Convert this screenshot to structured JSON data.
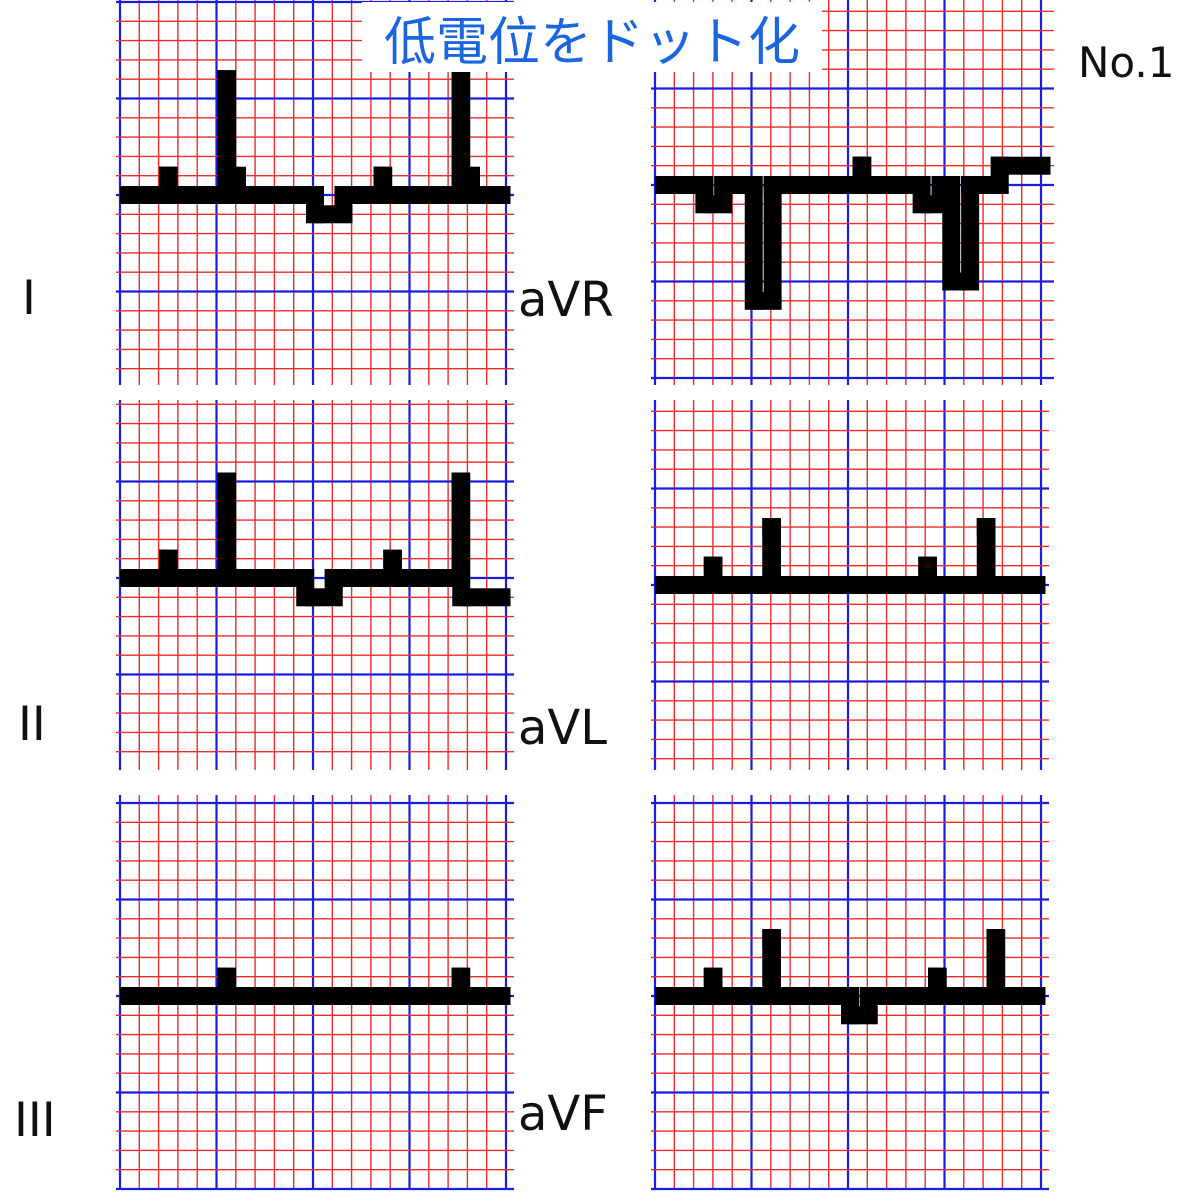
{
  "title": "低電位をドット化",
  "page_number": "No.1",
  "colors": {
    "title": "#1a66e0",
    "minor_grid": "#ee2a2a",
    "major_grid": "#1c1ce0",
    "trace": "#000000"
  },
  "panels": [
    {
      "id": "lead-I",
      "label": "I",
      "baseline": 0,
      "steps": [
        0,
        0,
        0,
        0,
        1,
        0,
        0,
        0,
        0,
        0,
        6,
        1,
        0,
        0,
        0,
        0,
        0,
        0,
        0,
        0,
        -1,
        -1,
        0,
        0,
        0,
        0,
        1,
        0,
        0,
        0,
        0,
        0,
        0,
        0,
        6,
        1,
        0,
        0,
        0,
        0
      ]
    },
    {
      "id": "lead-II",
      "label": "II",
      "baseline": 0,
      "steps": [
        0,
        0,
        0,
        0,
        1,
        0,
        0,
        0,
        0,
        0,
        5,
        0,
        0,
        0,
        0,
        0,
        0,
        0,
        0,
        -1,
        -1,
        0,
        0,
        0,
        0,
        0,
        0,
        1,
        0,
        0,
        0,
        0,
        0,
        0,
        5,
        -1,
        -1,
        -1,
        -1,
        -1
      ]
    },
    {
      "id": "lead-III",
      "label": "III",
      "baseline": 0,
      "steps": [
        0,
        0,
        0,
        0,
        0,
        0,
        0,
        0,
        0,
        0,
        1,
        0,
        0,
        0,
        0,
        0,
        0,
        0,
        0,
        0,
        0,
        0,
        0,
        0,
        0,
        0,
        0,
        0,
        0,
        0,
        0,
        0,
        0,
        0,
        1,
        0,
        0,
        0,
        0,
        0
      ]
    },
    {
      "id": "lead-aVR",
      "label": "aVR",
      "baseline": 0,
      "steps": [
        0,
        0,
        0,
        0,
        0,
        -1,
        0,
        0,
        0,
        0,
        -6,
        0,
        0,
        0,
        0,
        0,
        0,
        0,
        0,
        0,
        1,
        0,
        0,
        0,
        0,
        0,
        0,
        -1,
        0,
        0,
        -5,
        0,
        0,
        0,
        1,
        1,
        1,
        1,
        1,
        1
      ]
    },
    {
      "id": "lead-aVL",
      "label": "aVL",
      "baseline": 0,
      "steps": [
        0,
        0,
        0,
        0,
        0,
        1,
        0,
        0,
        0,
        0,
        0,
        3,
        0,
        0,
        0,
        0,
        0,
        0,
        0,
        0,
        0,
        0,
        0,
        0,
        0,
        0,
        0,
        1,
        0,
        0,
        0,
        0,
        0,
        3,
        0,
        0,
        0,
        0,
        0,
        0
      ]
    },
    {
      "id": "lead-aVF",
      "label": "aVF",
      "baseline": 0,
      "steps": [
        0,
        0,
        0,
        0,
        0,
        1,
        0,
        0,
        0,
        0,
        0,
        3,
        0,
        0,
        0,
        0,
        0,
        0,
        0,
        0,
        -1,
        0,
        0,
        0,
        0,
        0,
        0,
        0,
        1,
        0,
        0,
        0,
        0,
        0,
        3,
        0,
        0,
        0,
        0,
        0
      ]
    }
  ]
}
